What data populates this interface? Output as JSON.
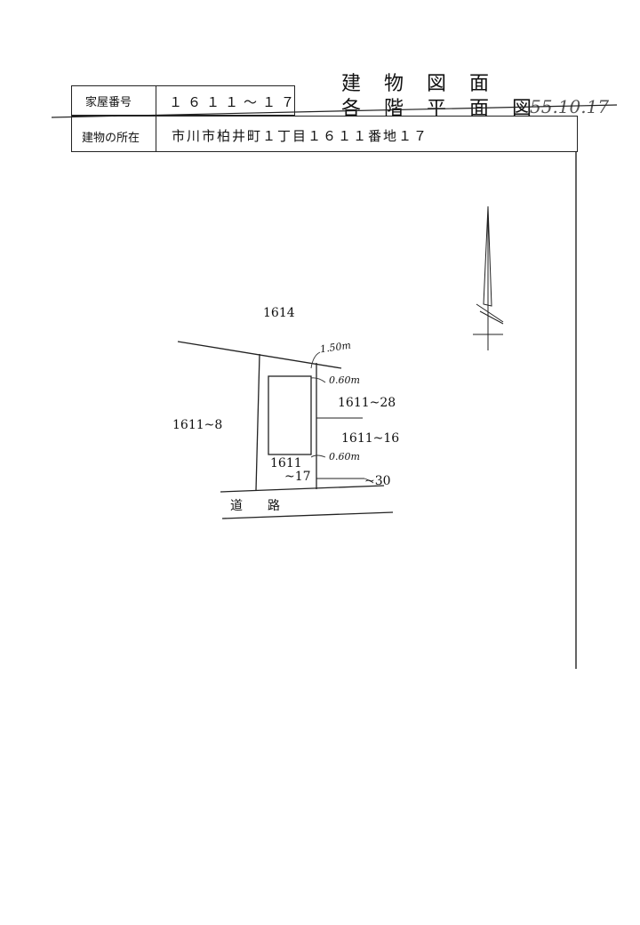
{
  "header": {
    "house_number_label": "家屋番号",
    "house_number_value": "１６１１～１７",
    "location_label": "建物の所在",
    "location_value": "市川市柏井町１丁目１６１１番地１７",
    "title_line1": "建　物　図　面",
    "title_line2": "各　階　平　面　図",
    "handwritten_date": "55.10.17"
  },
  "map": {
    "lot_north": "1614",
    "lot_west": "1611~8",
    "lot_east_upper": "1611~28",
    "lot_east_lower": "1611~16",
    "lot_subject_line1": "1611",
    "lot_subject_line2": "~17",
    "lot_southeast": "~30",
    "road_label": "道　　路",
    "dim_top": "1.50m",
    "dim_east_upper": "0.60m",
    "dim_east_lower": "0.60m"
  }
}
